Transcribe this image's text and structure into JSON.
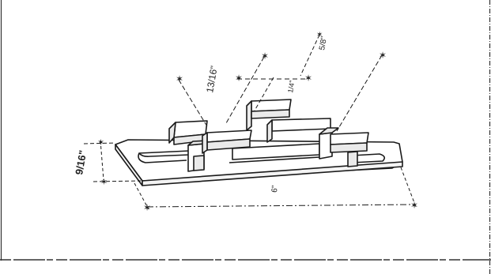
{
  "diagram": {
    "dimensions": {
      "thickness": "9/16\"",
      "length": "6\"",
      "slot_width": "13/16\"",
      "inner_small": "1/4\"",
      "outer_right": "5/8\""
    },
    "colors": {
      "ink": "#1a1a1a",
      "paper": "#ffffff",
      "faint": "#777777"
    }
  }
}
